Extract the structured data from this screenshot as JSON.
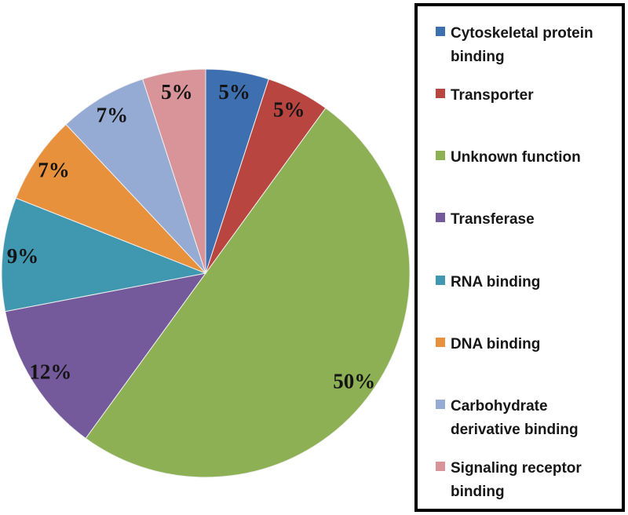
{
  "chart_data": {
    "type": "pie",
    "title": "",
    "start_angle_deg": 0,
    "direction": "clockwise",
    "legend_position": "right",
    "background_color": "#ffffff",
    "legend_border_color": "#000000",
    "label_color": "#141414",
    "slices": [
      {
        "label": "Cytoskeletal protein binding",
        "value": 5,
        "pct_label": "5%",
        "color": "#3E6FB0"
      },
      {
        "label": "Transporter",
        "value": 5,
        "pct_label": "5%",
        "color": "#B94541"
      },
      {
        "label": "Unknown function",
        "value": 50,
        "pct_label": "50%",
        "color": "#8DB054"
      },
      {
        "label": "Transferase",
        "value": 12,
        "pct_label": "12%",
        "color": "#74599B"
      },
      {
        "label": "RNA binding",
        "value": 9,
        "pct_label": "9%",
        "color": "#3F98B0"
      },
      {
        "label": "DNA binding",
        "value": 7,
        "pct_label": "7%",
        "color": "#E8913C"
      },
      {
        "label": "Carbohydrate derivative binding",
        "value": 7,
        "pct_label": "7%",
        "color": "#95ABD4"
      },
      {
        "label": "Signaling receptor binding",
        "value": 5,
        "pct_label": "5%",
        "color": "#D89498"
      }
    ]
  }
}
